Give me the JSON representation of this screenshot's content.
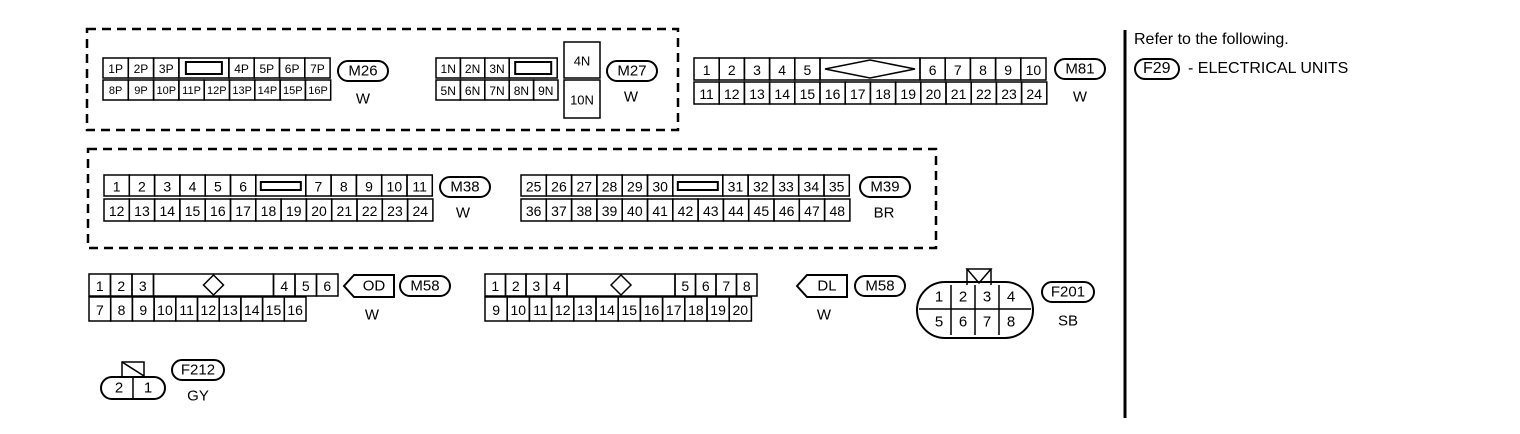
{
  "connectors": [
    {
      "id": "m26",
      "code": "M26",
      "color": "W",
      "rows": [
        [
          "1P",
          "2P",
          "3P",
          "",
          "4P",
          "5P",
          "6P",
          "7P"
        ],
        [
          "8P",
          "9P",
          "10P",
          "11P",
          "12P",
          "13P",
          "14P",
          "15P",
          "16P"
        ]
      ]
    },
    {
      "id": "m27",
      "code": "M27",
      "color": "W",
      "rows": [
        [
          "1N",
          "2N",
          "3N"
        ],
        [
          "5N",
          "6N",
          "7N",
          "8N",
          "9N"
        ]
      ],
      "side": [
        "4N",
        "10N"
      ]
    },
    {
      "id": "m81",
      "code": "M81",
      "color": "W",
      "rows": [
        [
          "1",
          "2",
          "3",
          "4",
          "5",
          "6",
          "7",
          "8",
          "9",
          "10"
        ],
        [
          "11",
          "12",
          "13",
          "14",
          "15",
          "16",
          "17",
          "18",
          "19",
          "20",
          "21",
          "22",
          "23",
          "24"
        ]
      ]
    },
    {
      "id": "m38",
      "code": "M38",
      "color": "W",
      "rows": [
        [
          "1",
          "2",
          "3",
          "4",
          "5",
          "6",
          "7",
          "8",
          "9",
          "10",
          "11"
        ],
        [
          "12",
          "13",
          "14",
          "15",
          "16",
          "17",
          "18",
          "19",
          "20",
          "21",
          "22",
          "23",
          "24"
        ]
      ]
    },
    {
      "id": "m39",
      "code": "M39",
      "color": "BR",
      "rows": [
        [
          "25",
          "26",
          "27",
          "28",
          "29",
          "30",
          "31",
          "32",
          "33",
          "34",
          "35"
        ],
        [
          "36",
          "37",
          "38",
          "39",
          "40",
          "41",
          "42",
          "43",
          "44",
          "45",
          "46",
          "47",
          "48"
        ]
      ]
    },
    {
      "id": "m58a",
      "code": "M58",
      "tag": "OD",
      "color": "W",
      "rows": [
        [
          "1",
          "2",
          "3",
          "4",
          "5",
          "6"
        ],
        [
          "7",
          "8",
          "9",
          "10",
          "11",
          "12",
          "13",
          "14",
          "15",
          "16"
        ]
      ]
    },
    {
      "id": "m58b",
      "code": "M58",
      "tag": "DL",
      "color": "W",
      "rows": [
        [
          "1",
          "2",
          "3",
          "4",
          "5",
          "6",
          "7",
          "8"
        ],
        [
          "9",
          "10",
          "11",
          "12",
          "13",
          "14",
          "15",
          "16",
          "17",
          "18",
          "19",
          "20"
        ]
      ]
    },
    {
      "id": "f201",
      "code": "F201",
      "color": "SB",
      "rows": [
        [
          "1",
          "2",
          "3",
          "4"
        ],
        [
          "5",
          "6",
          "7",
          "8"
        ]
      ]
    },
    {
      "id": "f212",
      "code": "F212",
      "color": "GY",
      "rows": [
        [
          "2",
          "1"
        ]
      ]
    }
  ],
  "note": {
    "heading": "Refer to the following.",
    "ref_code": "F29",
    "ref_text": "- ELECTRICAL UNITS"
  }
}
